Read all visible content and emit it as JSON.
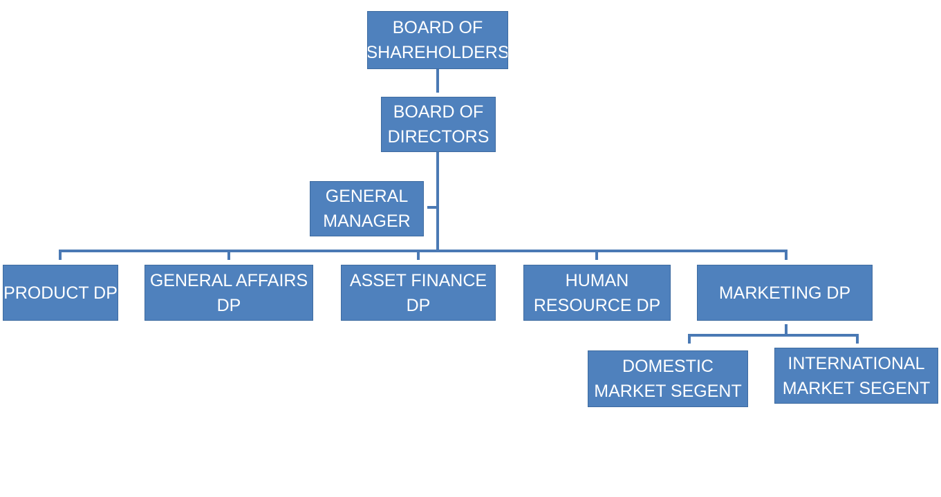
{
  "org_chart": {
    "nodes": {
      "board_of_shareholders": "BOARD  OF\nSHAREHOLDERS",
      "board_of_directors": "BOARD OF\nDIRECTORS",
      "general_manager": "GENERAL\nMANAGER",
      "product_dp": "PRODUCT DP",
      "general_affairs_dp": "GENERAL AFFAIRS\nDP",
      "asset_finance_dp": "ASSET FINANCE\nDP",
      "human_resource_dp": "HUMAN\nRESOURCE  DP",
      "marketing_dp": "MARKETING DP",
      "domestic_market_segent": "DOMESTIC\nMARKET SEGENT",
      "international_market_segent": "INTERNATIONAL\nMARKET SEGENT"
    },
    "hierarchy": [
      {
        "parent": "BOARD  OF SHAREHOLDERS",
        "child": "BOARD OF DIRECTORS"
      },
      {
        "parent": "BOARD OF DIRECTORS",
        "child": "GENERAL MANAGER"
      },
      {
        "parent": "BOARD OF DIRECTORS",
        "child": "PRODUCT DP"
      },
      {
        "parent": "BOARD OF DIRECTORS",
        "child": "GENERAL AFFAIRS DP"
      },
      {
        "parent": "BOARD OF DIRECTORS",
        "child": "ASSET FINANCE DP"
      },
      {
        "parent": "BOARD OF DIRECTORS",
        "child": "HUMAN RESOURCE  DP"
      },
      {
        "parent": "BOARD OF DIRECTORS",
        "child": "MARKETING DP"
      },
      {
        "parent": "MARKETING DP",
        "child": "DOMESTIC MARKET SEGENT"
      },
      {
        "parent": "MARKETING DP",
        "child": "INTERNATIONAL MARKET SEGENT"
      }
    ],
    "colors": {
      "box_fill": "#4f81bd",
      "box_text": "#ffffff",
      "connector": "#4a79b4"
    }
  }
}
